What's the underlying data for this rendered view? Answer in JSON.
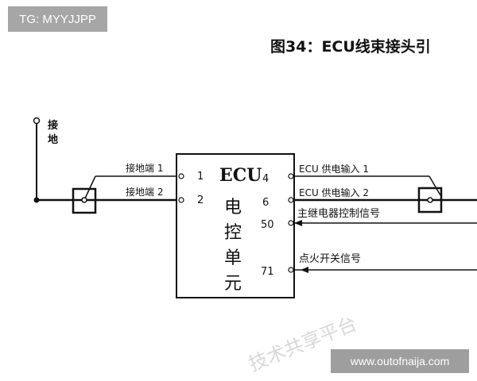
{
  "header": {
    "tag": "TG: MYYJJPP",
    "title": "图34：ECU线束接头引"
  },
  "diagram": {
    "ground_label": [
      "接",
      "地"
    ],
    "left_terminals": [
      {
        "label": "接地端 1",
        "pin": "1"
      },
      {
        "label": "接地端 2",
        "pin": "2"
      }
    ],
    "ecu_title": "ECU",
    "ecu_chars": [
      "电",
      "控",
      "单",
      "元"
    ],
    "right_terminals": [
      {
        "pin": "4",
        "label": "ECU 供电输入 1"
      },
      {
        "pin": "6",
        "label": "ECU 供电输入 2"
      },
      {
        "pin": "50",
        "label": "主继电器控制信号"
      },
      {
        "pin": "71",
        "label": "点火开关信号"
      }
    ]
  },
  "footer": {
    "site": "www.outofnaija.com",
    "watermark": "技术共享平台"
  }
}
